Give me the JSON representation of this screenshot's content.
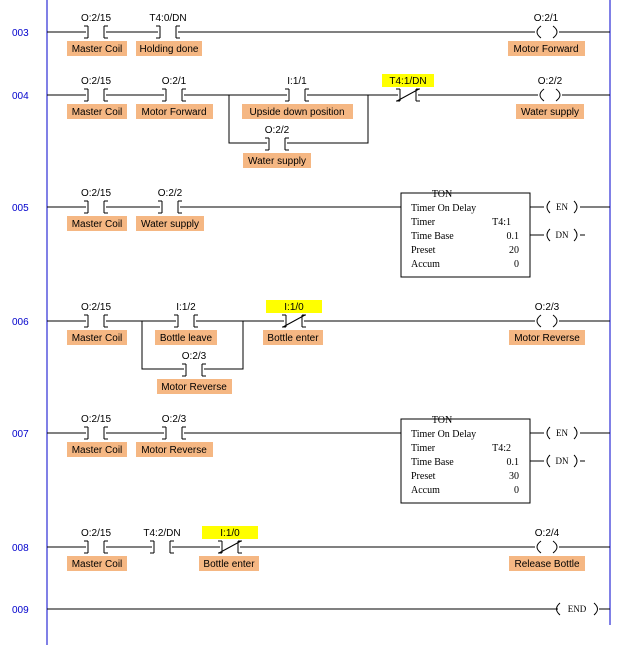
{
  "colors": {
    "rung_number": "#0000cc",
    "description_bg": "#f5b783",
    "address_highlight": "#ffff00",
    "wire": "#000000"
  },
  "rungs": [
    {
      "number": "003",
      "contacts": [
        {
          "address": "O:2/15",
          "description": "Master Coil",
          "type": "XIC"
        },
        {
          "address": "T4:0/DN",
          "description": "Holding done",
          "type": "XIC"
        }
      ],
      "output": {
        "type": "OTE",
        "address": "O:2/1",
        "description": "Motor Forward"
      }
    },
    {
      "number": "004",
      "contacts": [
        {
          "address": "O:2/15",
          "description": "Master Coil",
          "type": "XIC"
        },
        {
          "address": "O:2/1",
          "description": "Motor Forward",
          "type": "XIC"
        },
        {
          "address": "I:1/1",
          "description": "Upside down position",
          "type": "XIC",
          "branch": [
            {
              "address": "O:2/2",
              "description": "Water supply",
              "type": "XIC"
            }
          ]
        },
        {
          "address": "T4:1/DN",
          "description": "",
          "type": "XIO",
          "highlight": true
        }
      ],
      "output": {
        "type": "OTE",
        "address": "O:2/2",
        "description": "Water supply"
      }
    },
    {
      "number": "005",
      "contacts": [
        {
          "address": "O:2/15",
          "description": "Master Coil",
          "type": "XIC"
        },
        {
          "address": "O:2/2",
          "description": "Water supply",
          "type": "XIC"
        }
      ],
      "output": {
        "type": "TON",
        "title": "TON",
        "label": "Timer On Delay",
        "rows": [
          {
            "k": "Timer",
            "v": "T4:1"
          },
          {
            "k": "Time Base",
            "v": "0.1"
          },
          {
            "k": "Preset",
            "v": "20"
          },
          {
            "k": "Accum",
            "v": "0"
          }
        ],
        "en": "EN",
        "dn": "DN"
      }
    },
    {
      "number": "006",
      "contacts": [
        {
          "address": "O:2/15",
          "description": "Master Coil",
          "type": "XIC"
        },
        {
          "address": "I:1/2",
          "description": "Bottle leave",
          "type": "XIC",
          "branch": [
            {
              "address": "O:2/3",
              "description": "Motor Reverse",
              "type": "XIC"
            }
          ]
        },
        {
          "address": "I:1/0",
          "description": "Bottle enter",
          "type": "XIO",
          "highlight": true
        }
      ],
      "output": {
        "type": "OTE",
        "address": "O:2/3",
        "description": "Motor Reverse"
      }
    },
    {
      "number": "007",
      "contacts": [
        {
          "address": "O:2/15",
          "description": "Master Coil",
          "type": "XIC"
        },
        {
          "address": "O:2/3",
          "description": "Motor Reverse",
          "type": "XIC"
        }
      ],
      "output": {
        "type": "TON",
        "title": "TON",
        "label": "Timer On Delay",
        "rows": [
          {
            "k": "Timer",
            "v": "T4:2"
          },
          {
            "k": "Time Base",
            "v": "0.1"
          },
          {
            "k": "Preset",
            "v": "30"
          },
          {
            "k": "Accum",
            "v": "0"
          }
        ],
        "en": "EN",
        "dn": "DN"
      }
    },
    {
      "number": "008",
      "contacts": [
        {
          "address": "O:2/15",
          "description": "Master Coil",
          "type": "XIC"
        },
        {
          "address": "T4:2/DN",
          "description": "",
          "type": "XIC"
        },
        {
          "address": "I:1/0",
          "description": "Bottle enter",
          "type": "XIO",
          "highlight": true
        }
      ],
      "output": {
        "type": "OTE",
        "address": "O:2/4",
        "description": "Release Bottle"
      }
    },
    {
      "number": "009",
      "contacts": [],
      "output": {
        "type": "END",
        "label": "END"
      }
    }
  ]
}
